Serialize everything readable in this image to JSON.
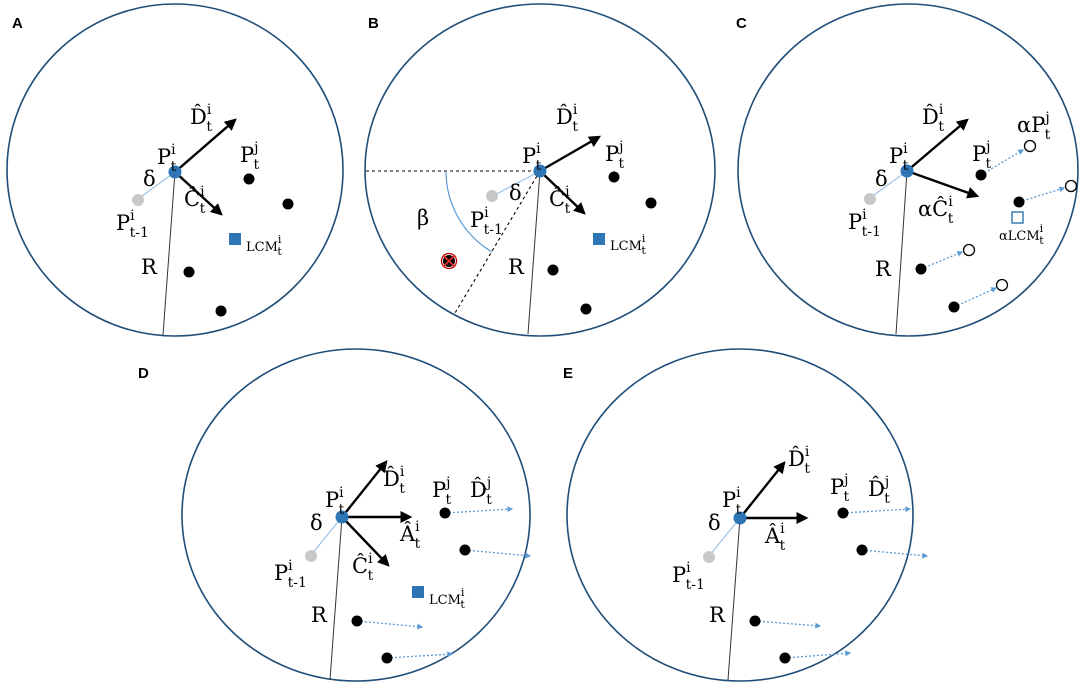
{
  "panels": {
    "A": {
      "letter": "A",
      "p_base": "P",
      "p_sup": "i",
      "p_sub": "t",
      "d_base": "D̂",
      "d_sup": "i",
      "d_sub": "t",
      "c_base": "Ĉ",
      "c_sup": "i",
      "c_sub": "t",
      "pj_base": "P",
      "pj_sup": "j",
      "pj_sub": "t",
      "prev_base": "P",
      "prev_sup": "i",
      "prev_sub": "t-1",
      "lcm_base": "LCM",
      "lcm_sup": "i",
      "lcm_sub": "t",
      "delta": "δ",
      "radius": "R"
    },
    "B": {
      "letter": "B",
      "p_base": "P",
      "p_sup": "i",
      "p_sub": "t",
      "d_base": "D̂",
      "d_sup": "i",
      "d_sub": "t",
      "c_base": "Ĉ",
      "c_sup": "i",
      "c_sub": "t",
      "pj_base": "P",
      "pj_sup": "j",
      "pj_sub": "t",
      "prev_base": "P",
      "prev_sup": "i",
      "prev_sub": "t-1",
      "lcm_base": "LCM",
      "lcm_sup": "i",
      "lcm_sub": "t",
      "delta": "δ",
      "beta": "β",
      "radius": "R"
    },
    "C": {
      "letter": "C",
      "p_base": "P",
      "p_sup": "i",
      "p_sub": "t",
      "d_base": "D̂",
      "d_sup": "i",
      "d_sub": "t",
      "ac_base": "αĈ",
      "ac_sup": "i",
      "ac_sub": "t",
      "pj_base": "P",
      "pj_sup": "j",
      "pj_sub": "t",
      "apj_base": "αP",
      "apj_sup": "j",
      "apj_sub": "t",
      "prev_base": "P",
      "prev_sup": "i",
      "prev_sub": "t-1",
      "alcm_base": "αLCM",
      "alcm_sup": "i",
      "alcm_sub": "t",
      "delta": "δ",
      "radius": "R"
    },
    "D": {
      "letter": "D",
      "p_base": "P",
      "p_sup": "i",
      "p_sub": "t",
      "d_base": "D̂",
      "d_sup": "i",
      "d_sub": "t",
      "a_base": "Â",
      "a_sup": "i",
      "a_sub": "t",
      "c_base": "Ĉ",
      "c_sup": "i",
      "c_sub": "t",
      "pj_base": "P",
      "pj_sup": "j",
      "pj_sub": "t",
      "dj_base": "D̂",
      "dj_sup": "j",
      "dj_sub": "t",
      "prev_base": "P",
      "prev_sup": "i",
      "prev_sub": "t-1",
      "lcm_base": "LCM",
      "lcm_sup": "i",
      "lcm_sub": "t",
      "delta": "δ",
      "radius": "R"
    },
    "E": {
      "letter": "E",
      "p_base": "P",
      "p_sup": "i",
      "p_sub": "t",
      "d_base": "D̂",
      "d_sup": "i",
      "d_sub": "t",
      "a_base": "Â",
      "a_sup": "i",
      "a_sub": "t",
      "pj_base": "P",
      "pj_sup": "j",
      "pj_sub": "t",
      "dj_base": "D̂",
      "dj_sup": "j",
      "dj_sub": "t",
      "prev_base": "P",
      "prev_sup": "i",
      "prev_sub": "t-1",
      "delta": "δ",
      "radius": "R"
    }
  },
  "colors": {
    "circle": "#1f4e79",
    "focal": "#2e75b6",
    "previous": "#c8c8c8",
    "neighbor": "#000000",
    "lcm": "#2e75b6",
    "dotted_arrow": "#5b9bd5",
    "blind_spot": "#c00000"
  }
}
